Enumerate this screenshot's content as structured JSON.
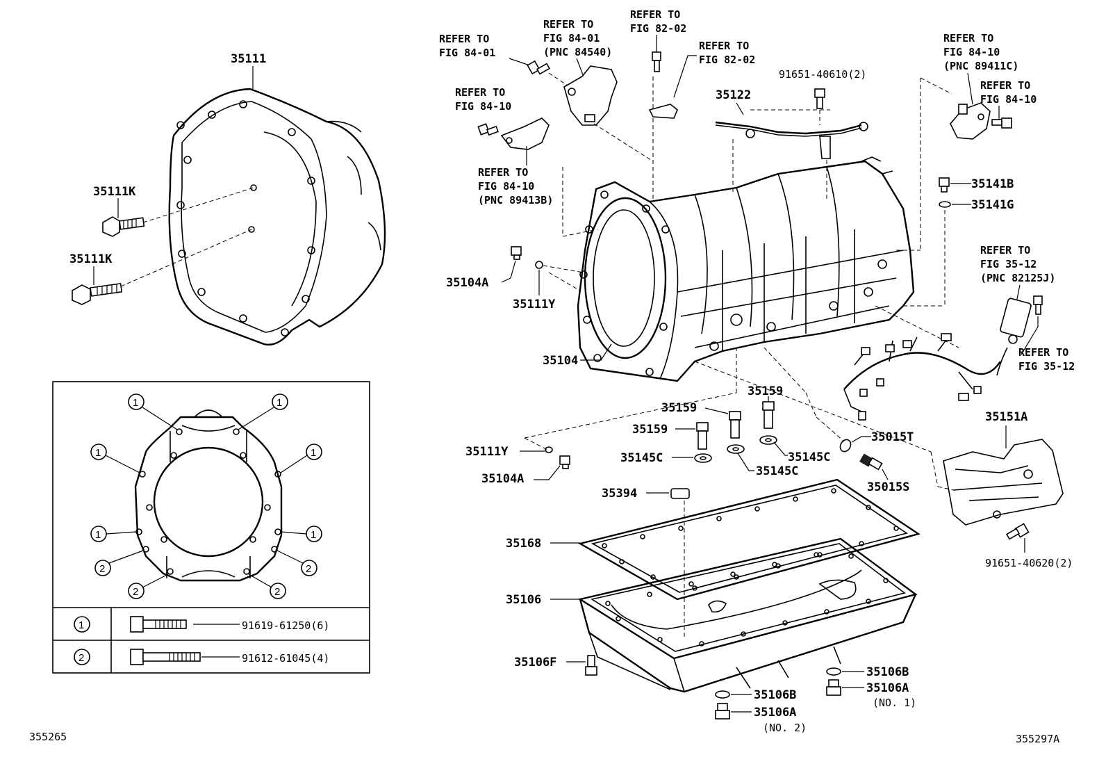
{
  "labels": {
    "p35111": "35111",
    "p35111k_a": "35111K",
    "p35111k_b": "35111K",
    "p35104a_a": "35104A",
    "p35111y_a": "35111Y",
    "p35104": "35104",
    "p35111y_b": "35111Y",
    "p35104a_b": "35104A",
    "p35159_a": "35159",
    "p35159_b": "35159",
    "p35159_c": "35159",
    "p35145c_a": "35145C",
    "p35145c_b": "35145C",
    "p35145c_c": "35145C",
    "p35015t": "35015T",
    "p35015s": "35015S",
    "p35394": "35394",
    "p35168": "35168",
    "p35106": "35106",
    "p35106f": "35106F",
    "p35106b_a": "35106B",
    "p35106a_a": "35106A",
    "p35106b_b": "35106B",
    "p35106a_b": "35106A",
    "no1": "(NO. 1)",
    "no2": "(NO. 2)",
    "p35122": "35122",
    "p91651_40610": "91651-40610(2)",
    "p35141b": "35141B",
    "p35141g": "35141G",
    "p35151a": "35151A",
    "p91651_40620": "91651-40620(2)"
  },
  "refers": {
    "r1": [
      "REFER TO",
      "FIG 84-01"
    ],
    "r2": [
      "REFER TO",
      "FIG 84-01",
      "(PNC 84540)"
    ],
    "r3": [
      "REFER TO",
      "FIG 82-02"
    ],
    "r4": [
      "REFER TO",
      "FIG 82-02"
    ],
    "r5": [
      "REFER TO",
      "FIG 84-10"
    ],
    "r6": [
      "REFER TO",
      "FIG 84-10",
      "(PNC 89413B)"
    ],
    "r7": [
      "REFER TO",
      "FIG 84-10",
      "(PNC 89411C)"
    ],
    "r8": [
      "REFER TO",
      "FIG 84-10"
    ],
    "r9": [
      "REFER TO",
      "FIG 35-12",
      "(PNC 82125J)"
    ],
    "r10": [
      "REFER TO",
      "FIG 35-12"
    ]
  },
  "inset": {
    "marker1": "1",
    "marker2": "2",
    "bolt1_part": "91619-61250(6)",
    "bolt2_part": "91612-61045(4)"
  },
  "footer": {
    "left_code": "355265",
    "right_code": "355297A"
  }
}
